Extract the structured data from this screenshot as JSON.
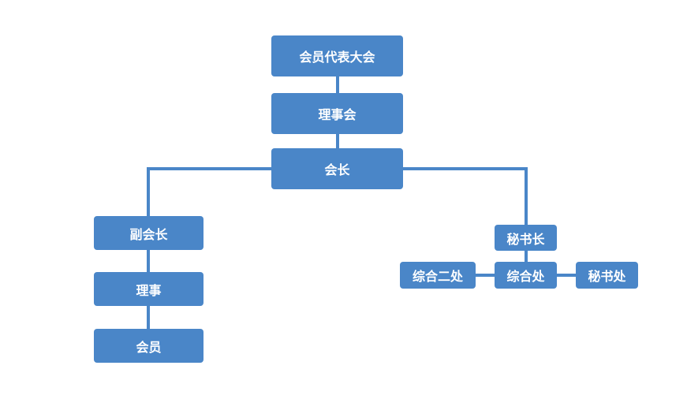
{
  "colors": {
    "box_fill": "#4a86c8",
    "connector": "#4a86c8",
    "text": "#ffffff",
    "background": "#ffffff"
  },
  "nodes": {
    "congress": "会员代表大会",
    "council": "理事会",
    "president": "会长",
    "vice_president": "副会长",
    "director": "理事",
    "member": "会员",
    "secretary_general": "秘书长",
    "general_office_2": "综合二处",
    "general_office": "综合处",
    "secretariat": "秘书处"
  }
}
